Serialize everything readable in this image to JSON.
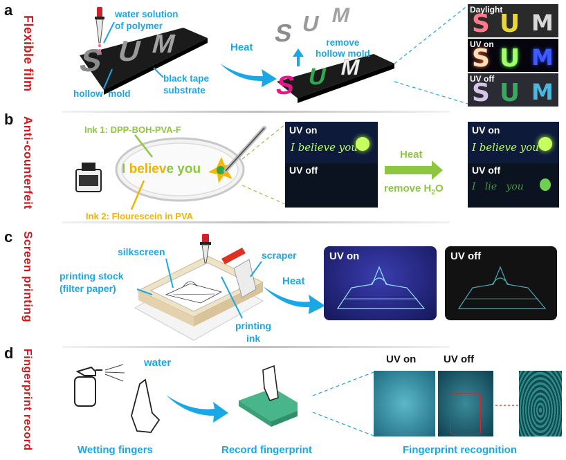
{
  "panels": {
    "a": {
      "letter": "a",
      "side_label": "Flexible film",
      "water_solution": "water solution\nof polymer",
      "hollow_mold": "hollow  mold",
      "black_tape": "black tape\nsubstrate",
      "heat": "Heat",
      "remove_mold": "remove\nhollow mold",
      "mold_letters": [
        "S",
        "U",
        "M"
      ],
      "photo_daylight": "Daylight",
      "photo_uv_on": "UV on",
      "photo_uv_off": "UV off"
    },
    "b": {
      "letter": "b",
      "side_label": "Anti-counterfeit",
      "ink1": "Ink 1: DPP-BOH-PVA-F",
      "ink2": "Ink 2: Flourescein in PVA",
      "dish_text": [
        "I ",
        "believ",
        "e",
        " you"
      ],
      "uv_on": "UV on",
      "uv_off": "UV off",
      "handwriting_full": "I believe you",
      "handwriting_partial": "I   lie   you",
      "heat": "Heat",
      "remove_water": "remove H",
      "remove_water_sub": "2",
      "remove_water_tail": "O"
    },
    "c": {
      "letter": "c",
      "side_label": "Screen printing",
      "silkscreen": "silkscreen",
      "printing_stock": "printing stock\n(filter paper)",
      "scraper": "scraper",
      "heat": "Heat",
      "printing_ink": "printing\nink",
      "uv_on": "UV on",
      "uv_off": "UV off"
    },
    "d": {
      "letter": "d",
      "side_label": "Fingerprint record",
      "water": "water",
      "caption_wetting": "Wetting fingers",
      "caption_record": "Record fingerprint",
      "caption_recognition": "Fingerprint recognition",
      "uv_on": "UV on",
      "uv_off": "UV off"
    }
  },
  "colors": {
    "accent_blue": "#1aa7e6",
    "side_red": "#d8151a",
    "ink_green": "#8dc63f",
    "ink_gold": "#f0b400"
  }
}
